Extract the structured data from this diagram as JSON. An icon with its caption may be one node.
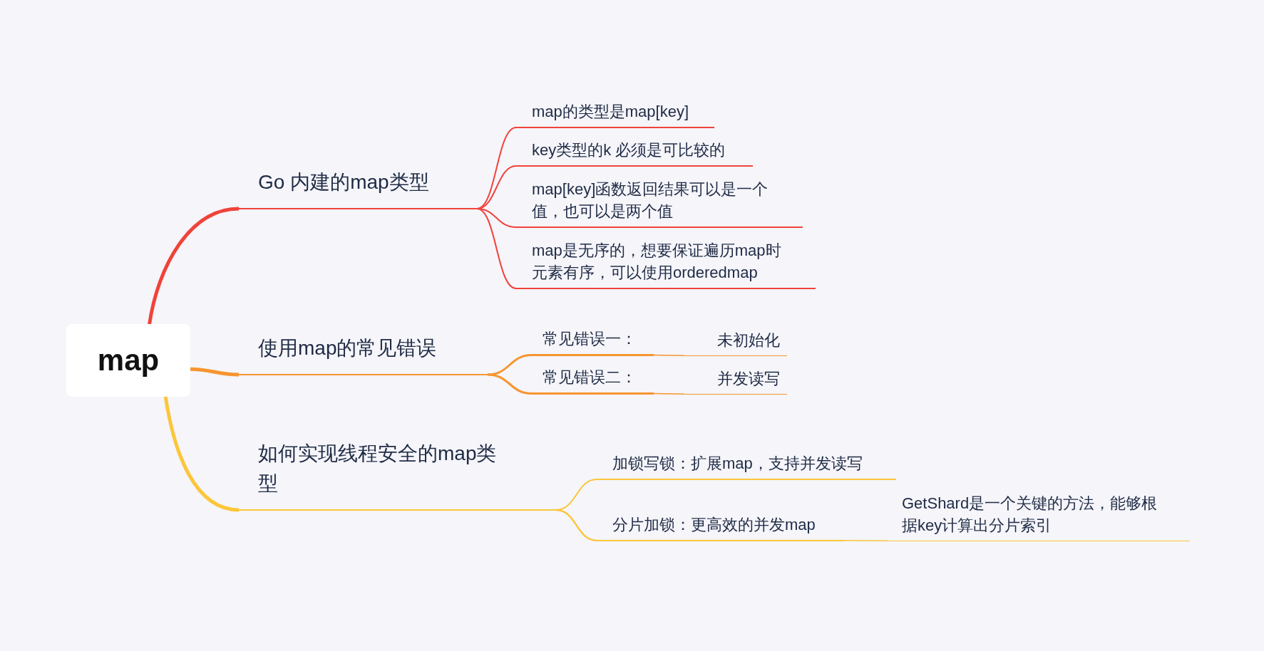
{
  "diagram": {
    "nodes": [
      {
        "text": [
          "map"
        ]
      },
      {
        "text": [
          "Go 内建的map类型"
        ]
      },
      {
        "text": [
          "map的类型是map[key]"
        ]
      },
      {
        "text": [
          "key类型的k 必须是可比较的"
        ]
      },
      {
        "text": [
          "map[key]函数返回结果可以是一个值，也可以是两个值"
        ]
      },
      {
        "text": [
          "map是无序的，想要保证遍历map时元素有序，可以使用orderedmap"
        ]
      },
      {
        "text": [
          "使用map的常见错误"
        ]
      },
      {
        "text": [
          "常见错误一："
        ]
      },
      {
        "text": [
          "未初始化"
        ]
      },
      {
        "text": [
          "常见错误二："
        ]
      },
      {
        "text": [
          "并发读写"
        ]
      },
      {
        "text": [
          "如何实现线程安全的map类型"
        ]
      },
      {
        "text": [
          "加锁写锁：扩展map，支持并发读写"
        ]
      },
      {
        "text": [
          "分片加锁：更高效的并发map"
        ]
      },
      {
        "text": [
          "GetShard是一个关键的方法，能够根据key计算出分片索引"
        ]
      }
    ],
    "edges": [
      {
        "from": 0,
        "to": 1,
        "arrow": "none",
        "style": "thick",
        "color": "#f0433a"
      },
      {
        "from": 1,
        "to": 2,
        "arrow": "none",
        "color": "#f0433a"
      },
      {
        "from": 1,
        "to": 3,
        "arrow": "none",
        "color": "#f0433a"
      },
      {
        "from": 1,
        "to": 4,
        "arrow": "none",
        "color": "#f0433a"
      },
      {
        "from": 1,
        "to": 5,
        "arrow": "none",
        "color": "#f0433a"
      },
      {
        "from": 0,
        "to": 6,
        "arrow": "none",
        "style": "thick",
        "color": "#f7952f"
      },
      {
        "from": 6,
        "to": 7,
        "arrow": "none",
        "color": "#f7952f"
      },
      {
        "from": 7,
        "to": 8,
        "arrow": "none",
        "color": "#f7952f"
      },
      {
        "from": 6,
        "to": 9,
        "arrow": "none",
        "color": "#f7952f"
      },
      {
        "from": 9,
        "to": 10,
        "arrow": "none",
        "color": "#f7952f"
      },
      {
        "from": 0,
        "to": 11,
        "arrow": "none",
        "style": "thick",
        "color": "#fcc63a"
      },
      {
        "from": 11,
        "to": 12,
        "arrow": "none",
        "color": "#fcc63a"
      },
      {
        "from": 11,
        "to": 13,
        "arrow": "none",
        "color": "#fcc63a"
      },
      {
        "from": 13,
        "to": 14,
        "arrow": "none",
        "color": "#fcc63a"
      }
    ]
  }
}
